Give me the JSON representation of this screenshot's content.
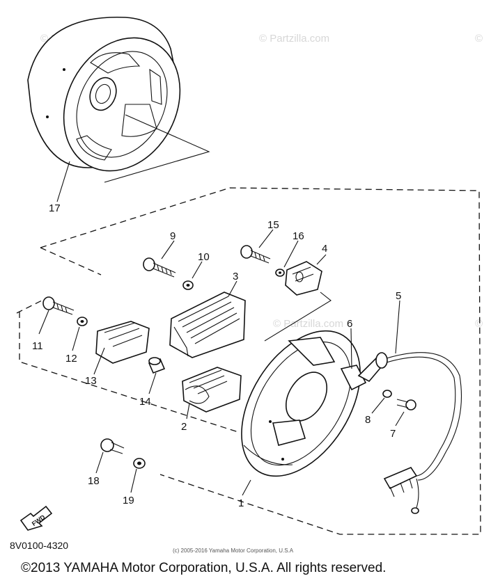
{
  "watermarks": [
    "© Partzilla.com",
    "© Partzilla.com",
    "© Partzilla.com",
    "©",
    "©"
  ],
  "callouts": {
    "p1": "1",
    "p2": "2",
    "p3": "3",
    "p4": "4",
    "p5": "5",
    "p6": "6",
    "p7": "7",
    "p8": "8",
    "p9": "9",
    "p10": "10",
    "p11": "11",
    "p12": "12",
    "p13": "13",
    "p14": "14",
    "p15": "15",
    "p16": "16",
    "p17": "17",
    "p18": "18",
    "p19": "19"
  },
  "fwd_label": "FWD",
  "part_code": "8V0100-4320",
  "small_copyright": "(c) 2005-2016 Yamaha Motor Corporation, U.S.A",
  "copyright": "©2013 YAMAHA Motor Corporation, U.S.A. All rights reserved."
}
